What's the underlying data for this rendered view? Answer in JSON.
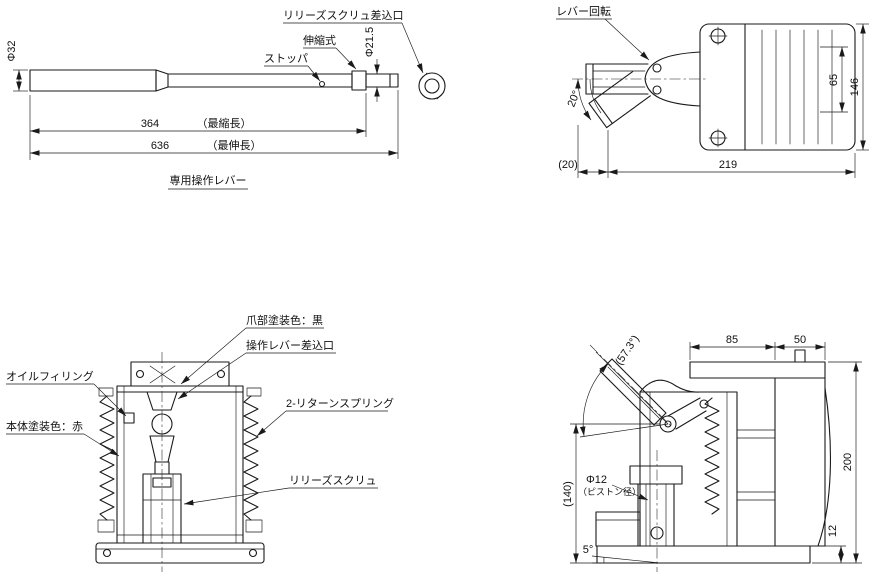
{
  "meta": {
    "background": "#ffffff",
    "line_color": "#1a1a1a"
  },
  "lever_view": {
    "title": "専用操作レバー",
    "labels": {
      "release_port": "リリーズスクリュ差込口",
      "telescopic": "伸縮式",
      "stopper": "ストッパ"
    },
    "dims": {
      "dia32": "Φ32",
      "dia215": "Φ21.5",
      "len364": "364",
      "len364_note": "（最縮長）",
      "len636": "636",
      "len636_note": "（最伸長）"
    }
  },
  "rotation_view": {
    "title": "レバー回転",
    "dims": {
      "angle": "20°",
      "h65": "65",
      "h146": "146",
      "w219": "219",
      "w20": "(20)"
    }
  },
  "front_view": {
    "labels": {
      "claw_color": "爪部塗装色：黒",
      "lever_port": "操作レバー差込口",
      "oil_filling": "オイルフィリング",
      "body_color": "本体塗装色：赤",
      "return_spring": "2-リターンスプリング",
      "release_screw": "リリーズスクリュ"
    }
  },
  "side_view": {
    "dims": {
      "w85": "85",
      "w50": "50",
      "h200": "200",
      "h12": "12",
      "h140": "(140)",
      "dia12": "Φ12",
      "dia12_note": "（ピストン径）",
      "swing": "(57.3°)",
      "tilt": "5°"
    }
  }
}
